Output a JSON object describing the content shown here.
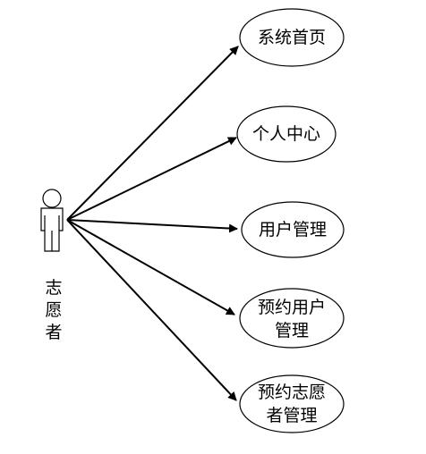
{
  "actor": {
    "name_lines": [
      "志",
      "愿",
      "者"
    ]
  },
  "use_cases": [
    {
      "id": "home",
      "lines": [
        "系统首页"
      ]
    },
    {
      "id": "personal-center",
      "lines": [
        "个人中心"
      ]
    },
    {
      "id": "user-management",
      "lines": [
        "用户管理"
      ]
    },
    {
      "id": "booking-user-management",
      "lines": [
        "预约用户",
        "管理"
      ]
    },
    {
      "id": "booking-volunteer-management",
      "lines": [
        "预约志愿",
        "者管理"
      ]
    }
  ]
}
